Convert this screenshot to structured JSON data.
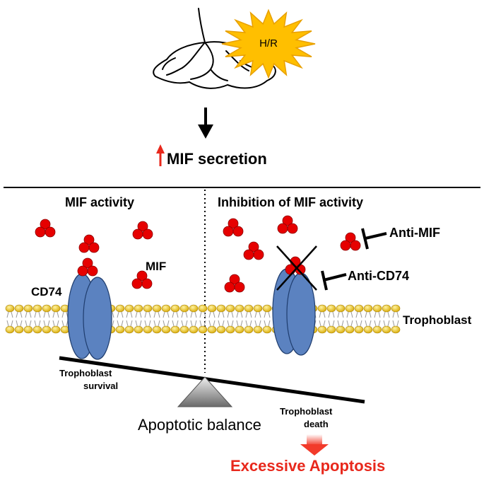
{
  "stimulus": {
    "label": "H/R",
    "color": "#ffbf00"
  },
  "secretion": {
    "label": "MIF secretion",
    "arrow_color": "#e8281c"
  },
  "panels": {
    "left_title": "MIF activity",
    "right_title": "Inhibition of MIF activity"
  },
  "labels": {
    "mif": "MIF",
    "cd74": "CD74",
    "anti_mif": "Anti-MIF",
    "anti_cd74": "Anti-CD74",
    "trophoblast": "Trophoblast",
    "survival_line1": "Trophoblast",
    "survival_line2": "survival",
    "death_line1": "Trophoblast",
    "death_line2": "death",
    "balance": "Apoptotic balance",
    "outcome": "Excessive Apoptosis"
  },
  "colors": {
    "mif_particle": "#e60000",
    "receptor": "#5b82c0",
    "lipid_head": "#f5d000",
    "outcome": "#e8281c"
  }
}
